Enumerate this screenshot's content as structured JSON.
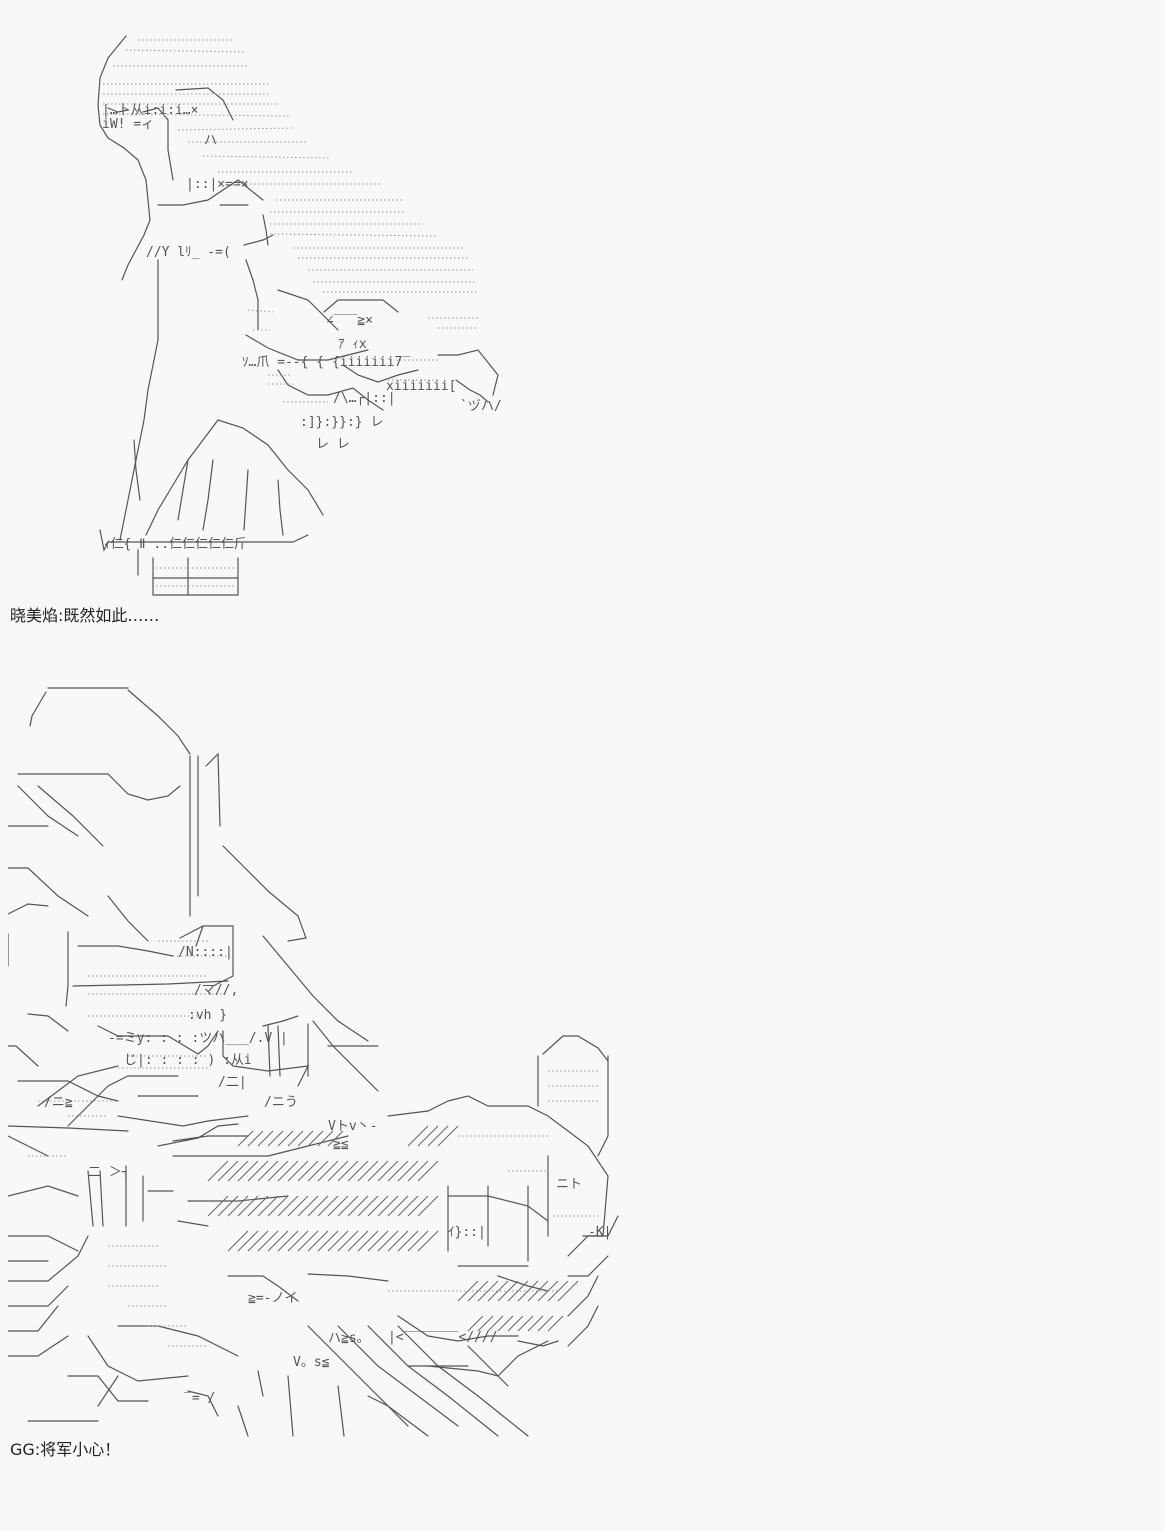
{
  "dialogue": [
    {
      "speaker": "晓美焰",
      "separator": ":",
      "text": "既然如此……"
    },
    {
      "speaker": "GG",
      "separator": ":",
      "text": "将军小心！"
    }
  ],
  "art": [
    {
      "name": "homura-ascii-art",
      "subject": "character figure drawn in text characters"
    },
    {
      "name": "armored-figure-ascii-art",
      "subject": "armored robot figure drawn in text characters"
    }
  ],
  "colors": {
    "background": "#f8f8fa",
    "line_art": "#555555",
    "dots": "#888888",
    "text": "#222222"
  }
}
